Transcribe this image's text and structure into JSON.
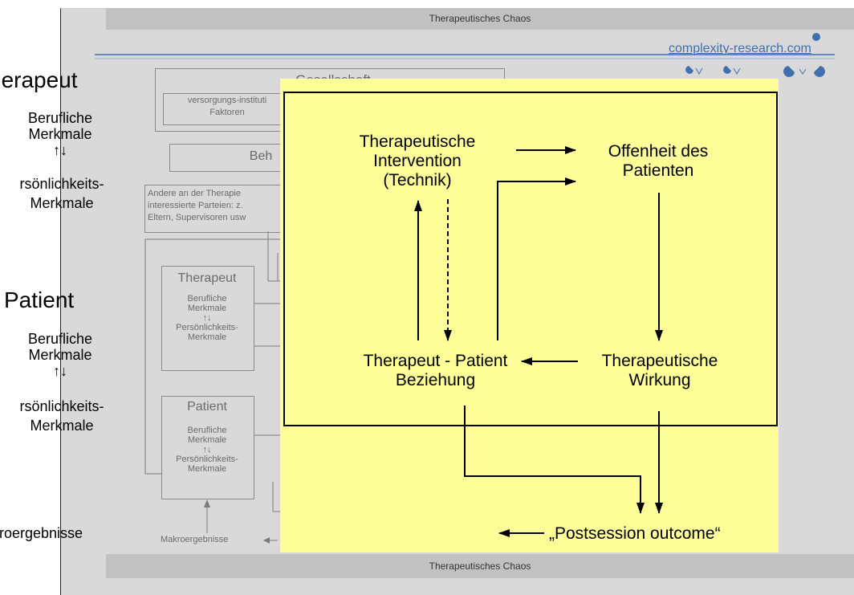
{
  "header": {
    "title": "Therapeutisches Chaos"
  },
  "footer": {
    "title": "Therapeutisches Chaos"
  },
  "logo": {
    "text": "complexity-research.com"
  },
  "left_overlay": {
    "therapist_title": "herapeut",
    "therapist_line1": "Berufliche",
    "therapist_line2": "Merkmale",
    "therapist_arrows": "↑↓",
    "therapist_line3": "rsönlichkeits-",
    "therapist_line4": "Merkmale",
    "patient_title": "Patient",
    "patient_line1": "Berufliche",
    "patient_line2": "Merkmale",
    "patient_arrows": "↑↓",
    "patient_line3": "rsönlichkeits-",
    "patient_line4": "Merkmale",
    "macro": "kroergebnisse"
  },
  "background_diagram": {
    "society_title": "Gesellschaft",
    "society_sub1": "versorgungs-instituti",
    "society_sub2": "Faktoren",
    "beh_label": "Beh",
    "others_line1": "Andere an der Therapie",
    "others_line2": "interessierte Parteien: z.",
    "others_line3": "Eltern, Supervisoren usw",
    "therapist_box_title": "Therapeut",
    "therapist_box_l1": "Berufliche",
    "therapist_box_l2": "Merkmale",
    "therapist_box_arrows": "↑↓",
    "therapist_box_l3": "Persönlichkeits-",
    "therapist_box_l4": "Merkmale",
    "patient_box_title": "Patient",
    "patient_box_l1": "Berufliche",
    "patient_box_l2": "Merkmale",
    "patient_box_arrows": "↑↓",
    "patient_box_l3": "Persönlichkeits-",
    "patient_box_l4": "Merkmale",
    "macro_label": "Makroergebnisse"
  },
  "nodes": {
    "intervention_l1": "Therapeutische",
    "intervention_l2": "Intervention",
    "intervention_l3": "(Technik)",
    "openness_l1": "Offenheit des",
    "openness_l2": "Patienten",
    "relation_l1": "Therapeut - Patient",
    "relation_l2": "Beziehung",
    "effect_l1": "Therapeutische",
    "effect_l2": "Wirkung",
    "outcome": "„Postsession outcome“"
  },
  "colors": {
    "slide_bg": "#d9d9d9",
    "band_bg": "#c1c1c1",
    "highlight_bg": "#ffff99",
    "logo_blue": "#3f6fae"
  }
}
